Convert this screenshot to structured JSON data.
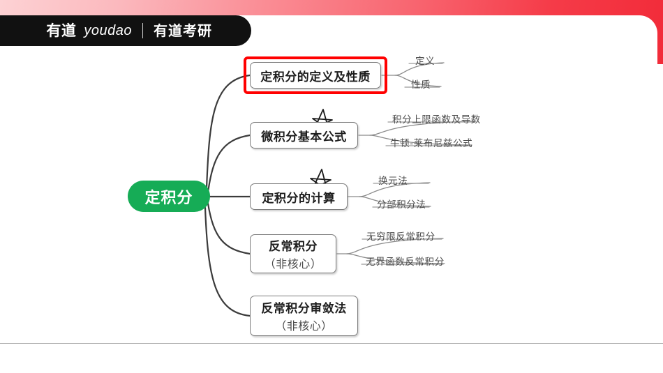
{
  "header": {
    "logo_cn": "有道",
    "logo_en": "youdao",
    "logo_divider": "|",
    "logo_sub": "有道考研",
    "accent_start": "#fdd2d4",
    "accent_end": "#f22b39"
  },
  "mindmap": {
    "root": {
      "label": "定积分",
      "color": "#16ac56"
    },
    "highlight_color": "#ff0000",
    "branches": [
      {
        "title": "定积分的定义及性质",
        "subtitle": "",
        "highlighted": true,
        "star": false,
        "underline": false,
        "leaves": [
          "定义",
          "性质"
        ]
      },
      {
        "title": "微积分基本公式",
        "subtitle": "",
        "highlighted": false,
        "star": true,
        "underline": false,
        "leaves": [
          "积分上限函数及导数",
          "牛顿-莱布尼兹公式"
        ]
      },
      {
        "title": "定积分的计算",
        "subtitle": "",
        "highlighted": false,
        "star": true,
        "underline": false,
        "leaves": [
          "换元法",
          "分部积分法"
        ]
      },
      {
        "title": "反常积分",
        "subtitle": "（非核心）",
        "highlighted": false,
        "star": false,
        "underline": true,
        "leaves": [
          "无穷限反常积分",
          "无界函数反常积分"
        ]
      },
      {
        "title": "反常积分审敛法",
        "subtitle": "（非核心）",
        "highlighted": false,
        "star": false,
        "underline": true,
        "leaves": []
      }
    ]
  }
}
